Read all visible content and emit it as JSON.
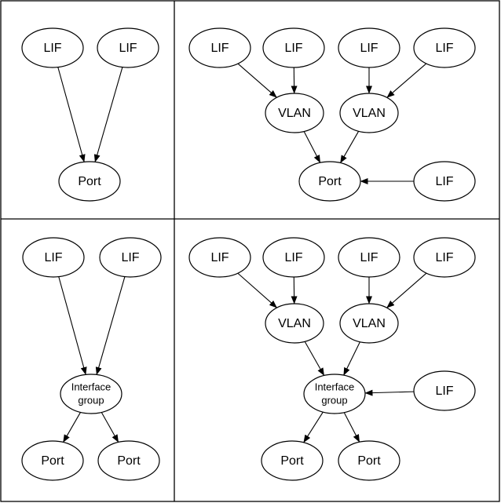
{
  "labels": {
    "lif": "LIF",
    "vlan": "VLAN",
    "port": "Port",
    "ifgroup_line1": "Interface",
    "ifgroup_line2": "group"
  },
  "panels": [
    {
      "id": "panel-lif-port",
      "nodes": [
        {
          "id": "lif-1",
          "kind": "lif"
        },
        {
          "id": "lif-2",
          "kind": "lif"
        },
        {
          "id": "port-1",
          "kind": "port"
        }
      ],
      "edges": [
        [
          "lif-1",
          "port-1"
        ],
        [
          "lif-2",
          "port-1"
        ]
      ]
    },
    {
      "id": "panel-lif-vlan-port",
      "nodes": [
        {
          "id": "lif-1",
          "kind": "lif"
        },
        {
          "id": "lif-2",
          "kind": "lif"
        },
        {
          "id": "lif-3",
          "kind": "lif"
        },
        {
          "id": "lif-4",
          "kind": "lif"
        },
        {
          "id": "vlan-1",
          "kind": "vlan"
        },
        {
          "id": "vlan-2",
          "kind": "vlan"
        },
        {
          "id": "port-1",
          "kind": "port"
        },
        {
          "id": "lif-5",
          "kind": "lif"
        }
      ],
      "edges": [
        [
          "lif-1",
          "vlan-1"
        ],
        [
          "lif-2",
          "vlan-1"
        ],
        [
          "lif-3",
          "vlan-2"
        ],
        [
          "lif-4",
          "vlan-2"
        ],
        [
          "vlan-1",
          "port-1"
        ],
        [
          "vlan-2",
          "port-1"
        ],
        [
          "lif-5",
          "port-1"
        ]
      ]
    },
    {
      "id": "panel-lif-ifgroup-port",
      "nodes": [
        {
          "id": "lif-1",
          "kind": "lif"
        },
        {
          "id": "lif-2",
          "kind": "lif"
        },
        {
          "id": "ifgrp-1",
          "kind": "ifgroup"
        },
        {
          "id": "port-1",
          "kind": "port"
        },
        {
          "id": "port-2",
          "kind": "port"
        }
      ],
      "edges": [
        [
          "lif-1",
          "ifgrp-1"
        ],
        [
          "lif-2",
          "ifgrp-1"
        ],
        [
          "ifgrp-1",
          "port-1"
        ],
        [
          "ifgrp-1",
          "port-2"
        ]
      ]
    },
    {
      "id": "panel-lif-vlan-ifgroup-port",
      "nodes": [
        {
          "id": "lif-1",
          "kind": "lif"
        },
        {
          "id": "lif-2",
          "kind": "lif"
        },
        {
          "id": "lif-3",
          "kind": "lif"
        },
        {
          "id": "lif-4",
          "kind": "lif"
        },
        {
          "id": "vlan-1",
          "kind": "vlan"
        },
        {
          "id": "vlan-2",
          "kind": "vlan"
        },
        {
          "id": "ifgrp-1",
          "kind": "ifgroup"
        },
        {
          "id": "lif-5",
          "kind": "lif"
        },
        {
          "id": "port-1",
          "kind": "port"
        },
        {
          "id": "port-2",
          "kind": "port"
        }
      ],
      "edges": [
        [
          "lif-1",
          "vlan-1"
        ],
        [
          "lif-2",
          "vlan-1"
        ],
        [
          "lif-3",
          "vlan-2"
        ],
        [
          "lif-4",
          "vlan-2"
        ],
        [
          "vlan-1",
          "ifgrp-1"
        ],
        [
          "vlan-2",
          "ifgrp-1"
        ],
        [
          "lif-5",
          "ifgrp-1"
        ],
        [
          "ifgrp-1",
          "port-1"
        ],
        [
          "ifgrp-1",
          "port-2"
        ]
      ]
    }
  ]
}
